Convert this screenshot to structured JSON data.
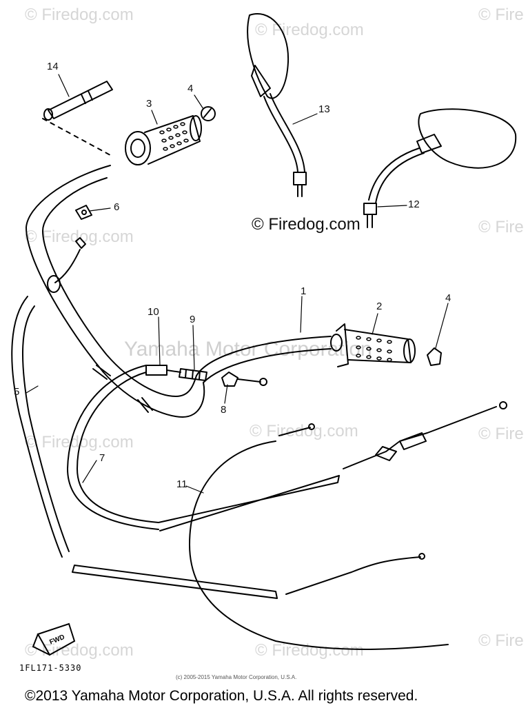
{
  "watermarks": {
    "site": "© Firedog.com",
    "site_partial_right": "© Fire",
    "center": "Yamaha Motor Corporation"
  },
  "main_watermark": "© Firedog.com",
  "part_numbers": [
    "14",
    "3",
    "4",
    "13",
    "6",
    "12",
    "1",
    "2",
    "4",
    "10",
    "9",
    "8",
    "5",
    "7",
    "11"
  ],
  "diagram_code": "1FL171-5330",
  "small_note": "(c) 2005-2015 Yamaha Motor Corporation, U.S.A.",
  "fwd_label": "FWD",
  "copyright": "©2013 Yamaha Motor Corporation, U.S.A. All rights reserved."
}
